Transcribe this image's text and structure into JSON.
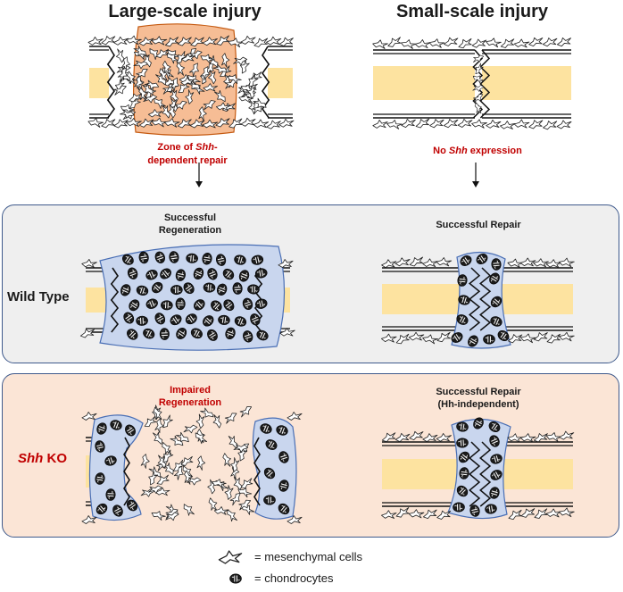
{
  "columns": {
    "large": {
      "title": "Large-scale injury",
      "caption_prefix": "Zone of ",
      "caption_gene": "Shh",
      "caption_suffix": "-dependent repair"
    },
    "small": {
      "title": "Small-scale injury",
      "caption_prefix": "No ",
      "caption_gene": "Shh",
      "caption_suffix": " expression"
    }
  },
  "rows": {
    "wild_type": {
      "label": "Wild Type",
      "large_label": "Successful Regeneration",
      "small_label": "Successful Repair"
    },
    "shh_ko": {
      "label_gene": "Shh",
      "label_suffix": " KO",
      "large_label": "Impaired Regeneration",
      "small_label_line1": "Successful Repair",
      "small_label_line2": "(Hh-independent)"
    }
  },
  "legend": {
    "mesenchymal": "= mesenchymal cells",
    "chondrocytes": "= chondrocytes"
  },
  "colors": {
    "panel_wt_bg": "#efefef",
    "panel_ko_bg": "#fbe5d6",
    "panel_border": "#3f5a8c",
    "marrow": "#fde3a0",
    "callus_blue": "#c9d6ee",
    "callus_border": "#4a6fb5",
    "orange_zone": "#f4b183",
    "orange_border": "#c55a11",
    "caption_red": "#c00000",
    "text_dark": "#1a1a1a"
  },
  "icons": [
    "mesenchymal-cell-icon",
    "chondrocyte-icon",
    "down-arrow-icon"
  ]
}
